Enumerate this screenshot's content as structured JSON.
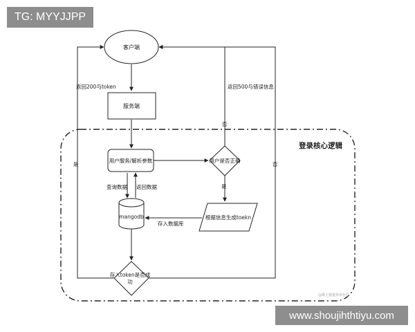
{
  "overlays": {
    "top_left_badge": "TG: MYYJJPP",
    "bottom_right_badge": "www.shoujihthtiyu.com"
  },
  "group": {
    "title": "登录核心逻辑"
  },
  "nodes": {
    "client": "客户端",
    "server": "服务端",
    "parse": "用户服务/解析参数",
    "check_user": "用户是否正确",
    "mongodb": "mangodb",
    "gen_token": "根据信息生成toekn",
    "store_token": {
      "line1": "存入token是否成",
      "line2": "功"
    }
  },
  "edges": {
    "return_200": "返回200与token",
    "return_500": "返回500与错误信息",
    "no_top": "否",
    "no_right": "否",
    "yes_down": "是",
    "yes_left": "是",
    "query_data": "查询数据",
    "return_data": "返回数据",
    "store_db": "存入数据库"
  },
  "watermark": "@稀土掘金技术社区",
  "colors": {
    "stroke": "#222222",
    "badge": "#8d8d8d"
  }
}
